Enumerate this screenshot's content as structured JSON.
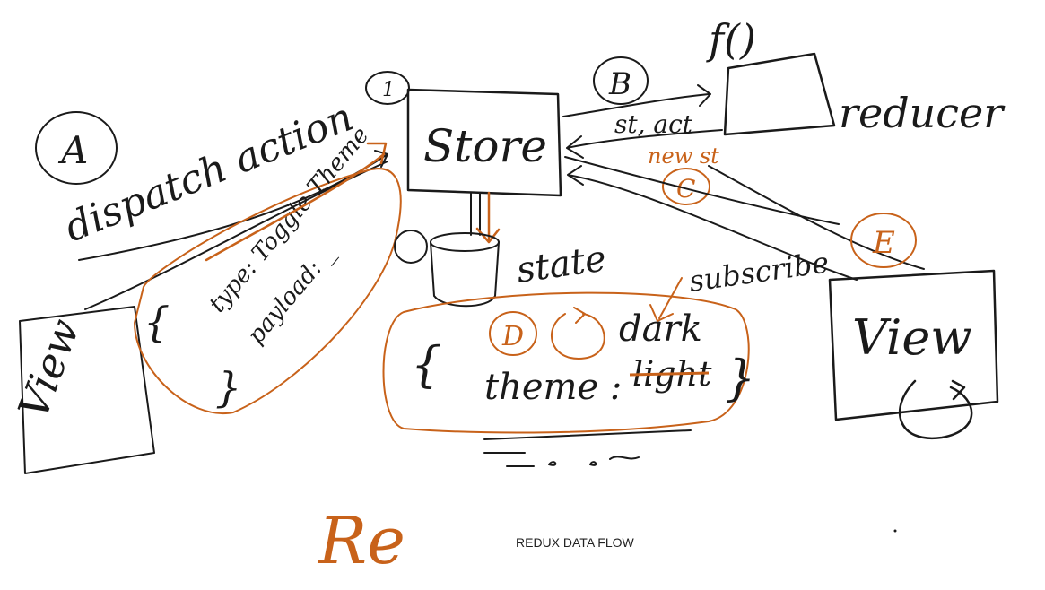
{
  "caption": "REDUX DATA FLOW",
  "colors": {
    "ink": "#1a1a1a",
    "accent": "#c8621a",
    "background": "#ffffff"
  },
  "labels": {
    "store": "Store",
    "reducer_fn": "f()",
    "reducer": "reducer",
    "dispatch_action": "dispatch action",
    "state": "state",
    "subscribe": "subscribe",
    "st_act": "st, act",
    "new_st": "new st",
    "view_left": "View",
    "view_right": "View",
    "action_type": "type: Toggle Theme",
    "action_payload": "payload: _",
    "theme_key": "theme :",
    "theme_old": "light",
    "theme_new": "dark",
    "step_a": "A",
    "step_b": "B",
    "step_c": "C",
    "step_d": "D",
    "step_e": "E",
    "step_1": "1",
    "scribble_re": "Re"
  }
}
